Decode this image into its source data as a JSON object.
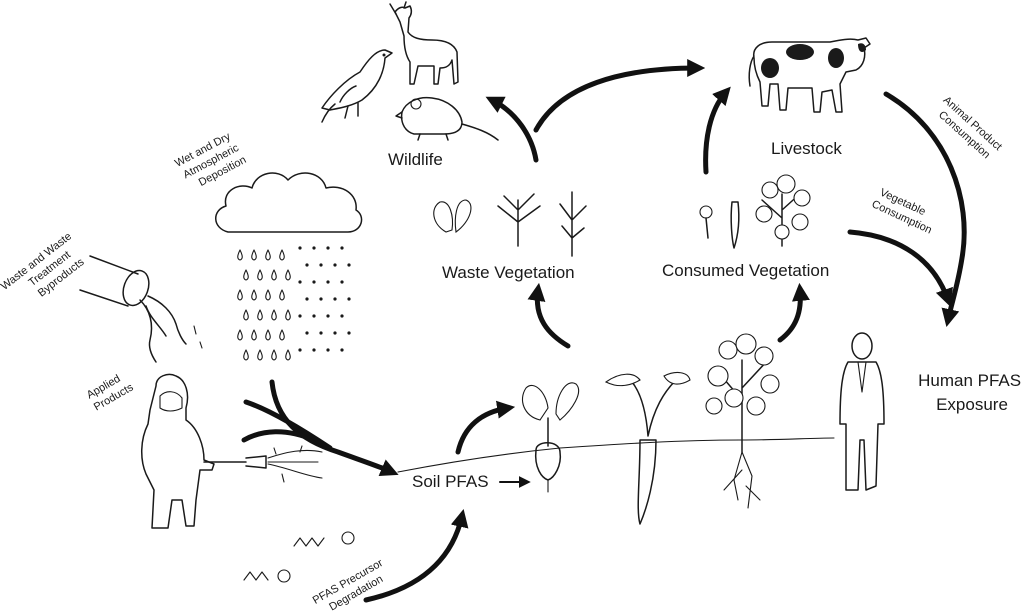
{
  "labels": {
    "wildlife": "Wildlife",
    "livestock": "Livestock",
    "animal_product_line1": "Animal Product",
    "animal_product_line2": "Consumption",
    "vegetable_line1": "Vegetable",
    "vegetable_line2": "Consumption",
    "waste_vegetation": "Waste Vegetation",
    "consumed_vegetation": "Consumed Vegetation",
    "wet_dry_line1": "Wet and Dry",
    "wet_dry_line2": "Atmospheric",
    "wet_dry_line3": "Deposition",
    "waste_line1": "Waste and Waste",
    "waste_line2": "Treatment",
    "waste_line3": "Byproducts",
    "applied_line1": "Applied",
    "applied_line2": "Products",
    "soil_pfas": "Soil PFAS",
    "human_line1": "Human PFAS",
    "human_line2": "Exposure",
    "precursor_line1": "PFAS Precursor",
    "precursor_line2": "Degradation"
  },
  "icons": [
    "bird-icon",
    "deer-icon",
    "rat-icon",
    "cow-icon",
    "cloud-icon",
    "pipe-icon",
    "sprayer-person-icon",
    "human-icon",
    "plant-icon"
  ],
  "colors": {
    "ink": "#1a1a1a",
    "background": "#ffffff"
  }
}
